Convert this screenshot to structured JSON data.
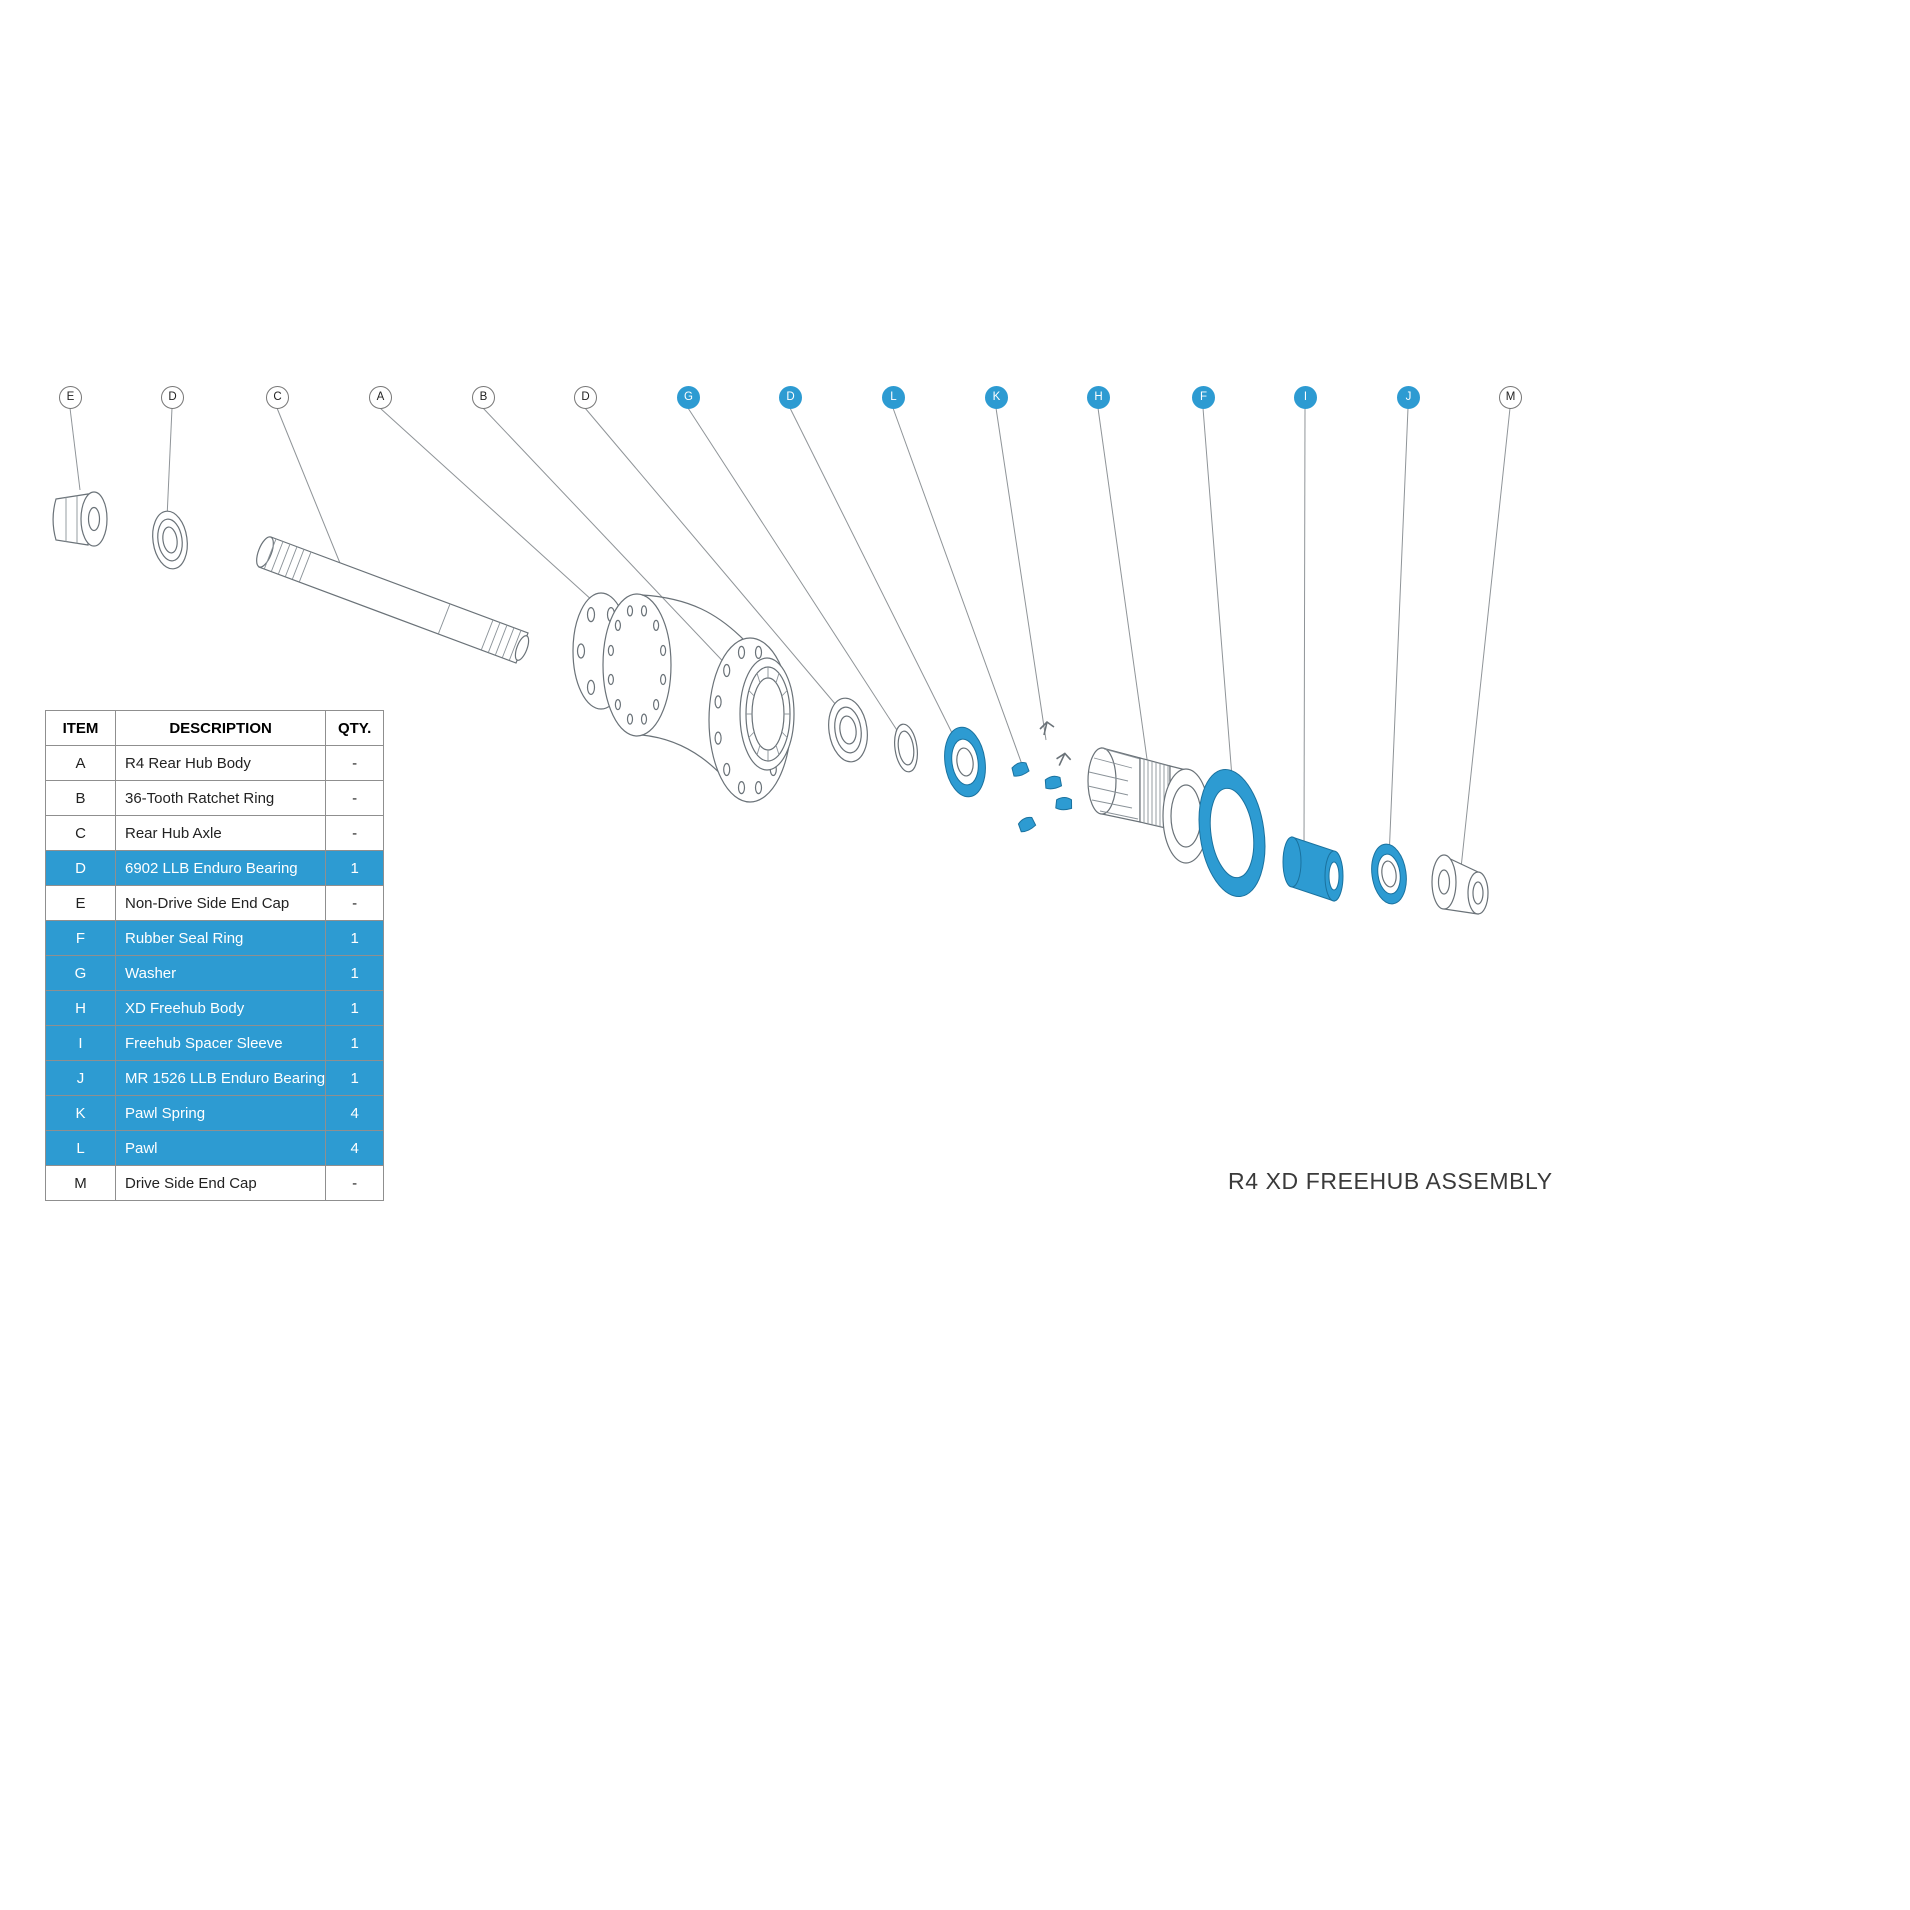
{
  "title": "R4 XD FREEHUB ASSEMBLY",
  "colors": {
    "accent_blue": "#2D9BD2",
    "line_gray": "#6a7278"
  },
  "callouts": [
    {
      "letter": "E",
      "highlighted": false
    },
    {
      "letter": "D",
      "highlighted": false
    },
    {
      "letter": "C",
      "highlighted": false
    },
    {
      "letter": "A",
      "highlighted": false
    },
    {
      "letter": "B",
      "highlighted": false
    },
    {
      "letter": "D",
      "highlighted": false
    },
    {
      "letter": "G",
      "highlighted": true
    },
    {
      "letter": "D",
      "highlighted": true
    },
    {
      "letter": "L",
      "highlighted": true
    },
    {
      "letter": "K",
      "highlighted": true
    },
    {
      "letter": "H",
      "highlighted": true
    },
    {
      "letter": "F",
      "highlighted": true
    },
    {
      "letter": "I",
      "highlighted": true
    },
    {
      "letter": "J",
      "highlighted": true
    },
    {
      "letter": "M",
      "highlighted": false
    }
  ],
  "table": {
    "headers": {
      "item": "ITEM",
      "description": "DESCRIPTION",
      "qty": "QTY."
    },
    "rows": [
      {
        "item": "A",
        "description": "R4 Rear Hub Body",
        "qty": "-",
        "highlighted": false
      },
      {
        "item": "B",
        "description": "36-Tooth Ratchet Ring",
        "qty": "-",
        "highlighted": false
      },
      {
        "item": "C",
        "description": "Rear Hub Axle",
        "qty": "-",
        "highlighted": false
      },
      {
        "item": "D",
        "description": "6902 LLB Enduro Bearing",
        "qty": "1",
        "highlighted": true
      },
      {
        "item": "E",
        "description": "Non-Drive Side End Cap",
        "qty": "-",
        "highlighted": false
      },
      {
        "item": "F",
        "description": "Rubber Seal Ring",
        "qty": "1",
        "highlighted": true
      },
      {
        "item": "G",
        "description": "Washer",
        "qty": "1",
        "highlighted": true
      },
      {
        "item": "H",
        "description": "XD Freehub Body",
        "qty": "1",
        "highlighted": true
      },
      {
        "item": "I",
        "description": "Freehub Spacer Sleeve",
        "qty": "1",
        "highlighted": true
      },
      {
        "item": "J",
        "description": "MR 1526 LLB Enduro Bearing",
        "qty": "1",
        "highlighted": true
      },
      {
        "item": "K",
        "description": "Pawl Spring",
        "qty": "4",
        "highlighted": true
      },
      {
        "item": "L",
        "description": "Pawl",
        "qty": "4",
        "highlighted": true
      },
      {
        "item": "M",
        "description": "Drive Side End Cap",
        "qty": "-",
        "highlighted": false
      }
    ]
  }
}
